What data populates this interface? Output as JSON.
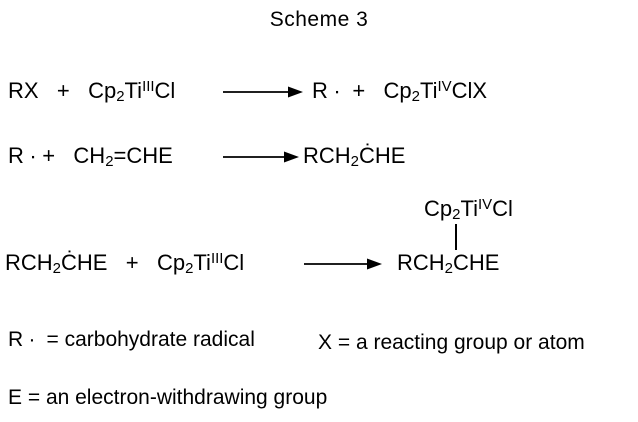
{
  "title": "Scheme 3",
  "reactions": [
    {
      "lhs": [
        [
          "n",
          "RX   +   Cp"
        ],
        [
          "sub",
          "2"
        ],
        [
          "n",
          "Ti"
        ],
        [
          "sup",
          "III"
        ],
        [
          "n",
          "Cl"
        ]
      ],
      "rhs": [
        [
          "n",
          "R ∙  +   Cp"
        ],
        [
          "sub",
          "2"
        ],
        [
          "n",
          "Ti"
        ],
        [
          "sup",
          "IV"
        ],
        [
          "n",
          "ClX"
        ]
      ]
    },
    {
      "lhs": [
        [
          "n",
          "R ∙ +   CH"
        ],
        [
          "sub",
          "2"
        ],
        [
          "n",
          "=CHE"
        ]
      ],
      "rhs": [
        [
          "n",
          "RCH"
        ],
        [
          "sub",
          "2"
        ],
        [
          "n",
          "ĊHE"
        ]
      ]
    },
    {
      "lhs": [
        [
          "n",
          "RCH"
        ],
        [
          "sub",
          "2"
        ],
        [
          "n",
          "ĊHE   +   Cp"
        ],
        [
          "sub",
          "2"
        ],
        [
          "n",
          "Ti"
        ],
        [
          "sup",
          "III"
        ],
        [
          "n",
          "Cl"
        ]
      ],
      "attached": [
        [
          "n",
          "Cp"
        ],
        [
          "sub",
          "2"
        ],
        [
          "n",
          "Ti"
        ],
        [
          "sup",
          "IV"
        ],
        [
          "n",
          "Cl"
        ]
      ],
      "rhs": [
        [
          "n",
          "RCH"
        ],
        [
          "sub",
          "2"
        ],
        [
          "n",
          "CHE"
        ]
      ]
    }
  ],
  "legend": {
    "radical": "R ∙  = carbohydrate radical",
    "x": "X = a reacting group or atom",
    "e": "E = an electron-withdrawing group"
  }
}
